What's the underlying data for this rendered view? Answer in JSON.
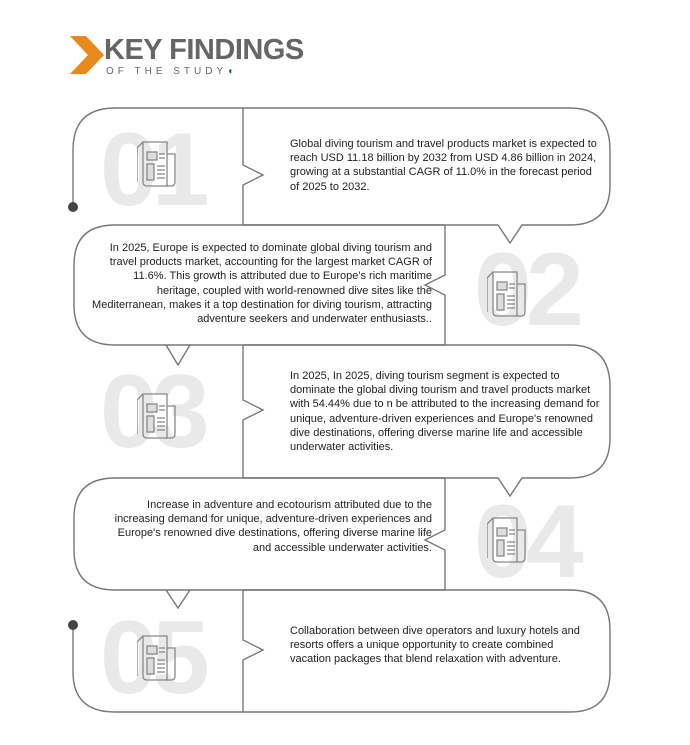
{
  "header": {
    "title": "KEY FINDINGS",
    "subtitle": "OF THE STUDY",
    "accent_color": "#e8891a"
  },
  "findings": [
    {
      "number": "01",
      "icon": "newspaper-icon",
      "text": "Global diving tourism and travel products market is expected to reach USD 11.18 billion by 2032 from USD 4.86 billion in 2024, growing at a substantial CAGR of 11.0% in the forecast period of 2025 to 2032."
    },
    {
      "number": "02",
      "icon": "newspaper-icon",
      "text": "In 2025, Europe is expected to dominate global diving tourism and travel products market, accounting for the largest market CAGR of 11.6%. This growth is attributed due to Europe's rich maritime heritage, coupled with world-renowned dive sites like the Mediterranean, makes it a top destination for diving tourism, attracting adventure seekers and underwater enthusiasts.."
    },
    {
      "number": "03",
      "icon": "newspaper-icon",
      "text": "In 2025, In 2025, diving tourism segment is expected to dominate the global diving tourism and travel products market with 54.44% due to n be attributed to the increasing demand for unique, adventure-driven experiences and Europe's renowned dive destinations, offering diverse marine life and accessible underwater activities."
    },
    {
      "number": "04",
      "icon": "newspaper-icon",
      "text": "Increase in adventure and ecotourism attributed due to the increasing demand for unique, adventure-driven experiences and Europe's renowned dive destinations, offering diverse marine life and accessible underwater activities."
    },
    {
      "number": "05",
      "icon": "newspaper-icon",
      "text": "Collaboration between dive operators and luxury hotels and resorts offers a unique opportunity to create combined vacation packages that blend relaxation with adventure."
    }
  ]
}
